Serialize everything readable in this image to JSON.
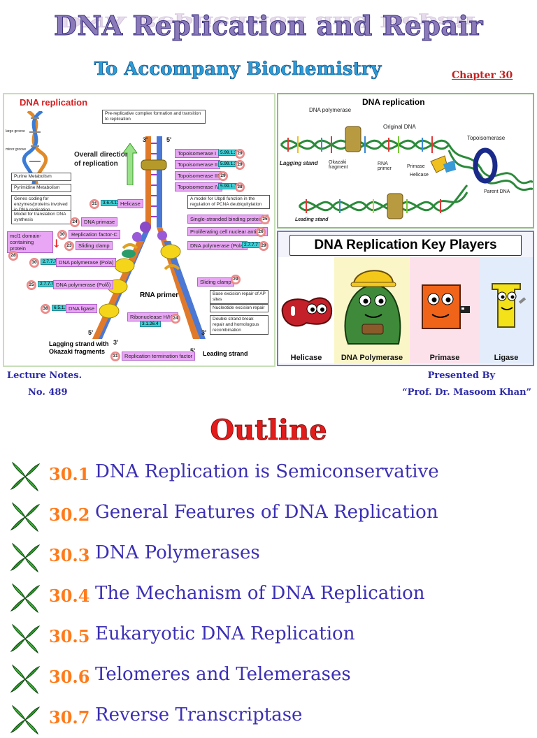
{
  "header": {
    "title": "DNA Replication and Repair",
    "subtitle": "To Accompany Biochemistry",
    "chapter": "Chapter 30"
  },
  "left_figure": {
    "heading": "DNA replication",
    "top_note": "Pre-replicative complex formation and transition to replication",
    "direction": "Overall direction of replication",
    "sidebar_boxes": [
      "Purine Metabolism",
      "Pyrimidine Metabolism",
      "Genes coding for enzymes/proteins involved in DNA replication",
      "Model for translation DNA synthesis"
    ],
    "mcm_label": "mcl1 domain-containing protein",
    "topo": [
      {
        "label": "Topoisomerase I",
        "ec": "5.99.1.2",
        "n": "29"
      },
      {
        "label": "Topoisomerase II",
        "ec": "5.99.1.3",
        "n": "29"
      },
      {
        "label": "Topoisomerase III",
        "ec": "",
        "n": "29"
      },
      {
        "label": "Topoisomerase IV",
        "ec": "5.99.1.1",
        "n": "38"
      }
    ],
    "ubq_note": "A model for Ubp8 function in the regulation of PCNA deubiquitylation",
    "helicase": {
      "label": "Helicase",
      "ec": "3.6.4.12",
      "n": "31"
    },
    "primase": {
      "label": "DNA primase",
      "n": "24"
    },
    "rfc": {
      "label": "Replication factor-C",
      "n": "30"
    },
    "clamp_left": {
      "label": "Sliding clamp",
      "n": "23"
    },
    "pol_alpha": {
      "label": "DNA polymerase (Pola)",
      "ec": "2.7.7.7",
      "n": "30"
    },
    "pol_delta": {
      "label": "DNA polymerase (Polδ)",
      "ec": "2.7.7.7",
      "n": "25"
    },
    "ligase": {
      "label": "DNA ligase",
      "ec": "6.5.1.1",
      "n": "38"
    },
    "rnaseh": {
      "label": "Ribonuclease H/HII",
      "ec": "3.1.26.4",
      "n": "24"
    },
    "termination": {
      "label": "Replication termination factor",
      "n": "31"
    },
    "ssb": {
      "label": "Single-stranded binding proteins",
      "n": "25"
    },
    "pcna": {
      "label": "Proliferating cell nuclear antigen",
      "n": "26"
    },
    "pol_epsilon": {
      "label": "DNA polymerase (Polε)",
      "ec": "2.7.7.7",
      "n": "29"
    },
    "clamp_right": {
      "label": "Sliding clamp",
      "n": "29"
    },
    "rna_primer": "RNA primer",
    "repair_boxes": [
      "Base excision repair of AP sites",
      "Nucleotide excision repair",
      "Double strand break repair and homologous recombination"
    ],
    "lagging": "Lagging strand with Okazaki fragments",
    "leading": "Leading strand",
    "prime3": "3'",
    "prime5": "5'",
    "mini_labels": [
      "large groove",
      "minor groove"
    ],
    "num_28": "28"
  },
  "top_right_figure": {
    "heading": "DNA replication",
    "labels": {
      "dna_polymerase": "DNA polymerase",
      "original_dna": "Original DNA",
      "topoisomerase": "Topoisomerase",
      "lagging": "Lagging stand",
      "okazaki": "Okazaki fragment",
      "rna_primer": "RNA primer",
      "primase": "Primase",
      "helicase": "Helicase",
      "parent_dna": "Parent DNA",
      "leading": "Leading stand"
    }
  },
  "key_players": {
    "title": "DNA Replication Key Players",
    "items": [
      {
        "label": "Helicase",
        "bg": "#ffffff"
      },
      {
        "label": "DNA Polymerase",
        "bg": "#fbf6c8"
      },
      {
        "label": "Primase",
        "bg": "#fde1ea"
      },
      {
        "label": "Ligase",
        "bg": "#e3ecfa"
      }
    ]
  },
  "credits": {
    "lecture": "Lecture Notes.",
    "number": "No. 489",
    "presented": "Presented By",
    "presenter": "“Prof. Dr. Masoom Khan”"
  },
  "outline": {
    "title": "Outline",
    "items": [
      {
        "num": "30.1",
        "text": "DNA Replication is Semiconservative"
      },
      {
        "num": "30.2",
        "text": "General Features of DNA Replication"
      },
      {
        "num": "30.3",
        "text": "DNA Polymerases"
      },
      {
        "num": "30.4",
        "text": "The Mechanism of DNA Replication"
      },
      {
        "num": "30.5",
        "text": "Eukaryotic DNA Replication"
      },
      {
        "num": "30.6",
        "text": "Telomeres and Telemerases"
      },
      {
        "num": "30.7",
        "text": "Reverse Transcriptase"
      }
    ]
  },
  "colors": {
    "title": "#8a7ab8",
    "subtitle": "#2a9cd8",
    "chapter": "#c42020",
    "credits": "#2d2ba8",
    "outline_title": "#e21b1b",
    "outline_num": "#ff7a1a",
    "outline_text": "#3b2fb3",
    "bullet": "#2e9c2a"
  },
  "icons": {
    "bullet": "green-pinwheel-icon"
  }
}
